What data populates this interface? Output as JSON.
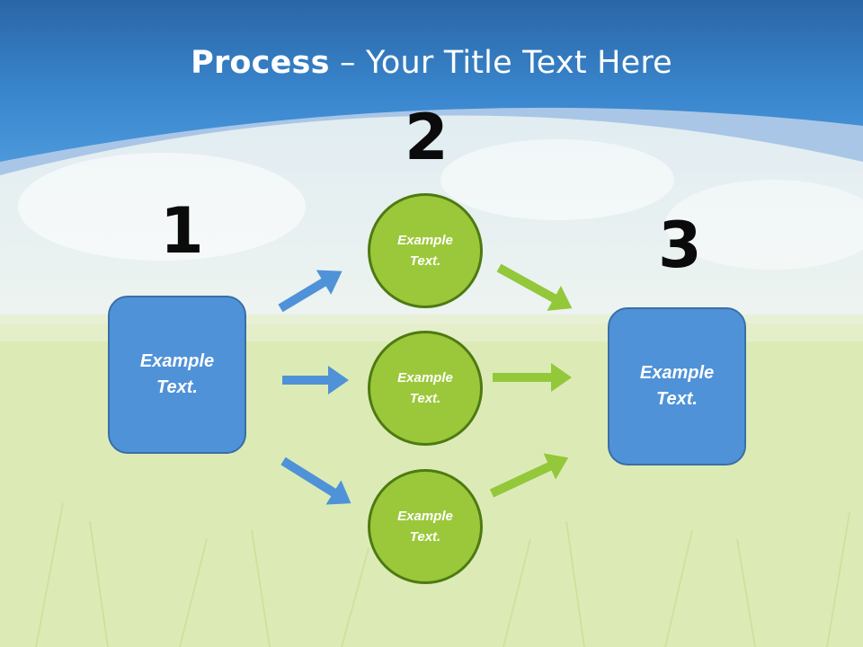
{
  "title": {
    "bold": "Process",
    "rest": " – Your Title Text Here"
  },
  "numbers": {
    "one": "1",
    "two": "2",
    "three": "3"
  },
  "left_box": {
    "line1": "Example",
    "line2": "Text."
  },
  "right_box": {
    "line1": "Example",
    "line2": "Text."
  },
  "circles": [
    {
      "line1": "Example",
      "line2": "Text."
    },
    {
      "line1": "Example",
      "line2": "Text."
    },
    {
      "line1": "Example",
      "line2": "Text."
    }
  ],
  "colors": {
    "blue_box": "#4f92d8",
    "green_circle": "#9bc83a",
    "blue_arrow": "#4f92d8",
    "green_arrow": "#93c83a",
    "header": "#2f7cc4"
  }
}
